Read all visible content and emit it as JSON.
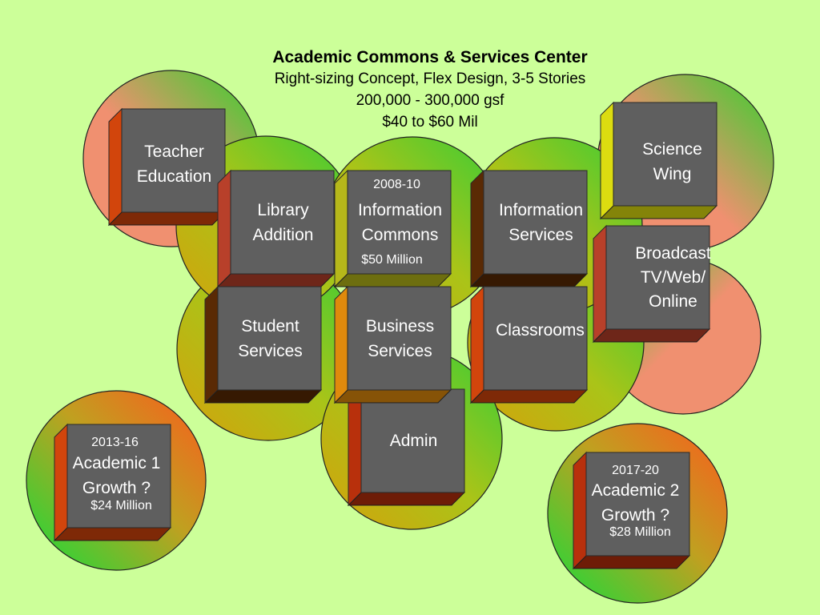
{
  "heading": {
    "line1": "Academic Commons & Services Center",
    "line2": "Right-sizing Concept, Flex Design, 3-5 Stories",
    "line3": "200,000 - 300,000 gsf",
    "line4": "$40 to $60 Mil"
  },
  "colors": {
    "background": "#ccff99",
    "box_face": "#5f5f5f",
    "circle_green": "#44cc33",
    "circle_orange": "#ee6a1e",
    "circle_salmon": "#f09070",
    "circle_gold": "#cca80e"
  },
  "circles": [
    {
      "name": "teacher-education-circle",
      "gradient": "salmon-green"
    },
    {
      "name": "science-wing-circle",
      "gradient": "salmon-green"
    },
    {
      "name": "broadcast-circle",
      "gradient": "green-salmon"
    },
    {
      "name": "library-circle",
      "gradient": "gold-green"
    },
    {
      "name": "information-commons-circle",
      "gradient": "gold-green"
    },
    {
      "name": "information-services-circle",
      "gradient": "gold-green"
    },
    {
      "name": "student-services-circle",
      "gradient": "gold-green"
    },
    {
      "name": "classrooms-circle",
      "gradient": "gold-green"
    },
    {
      "name": "admin-circle",
      "gradient": "gold-green"
    },
    {
      "name": "academic-1-circle",
      "gradient": "green-orange"
    },
    {
      "name": "academic-2-circle",
      "gradient": "green-orange"
    }
  ],
  "boxes": {
    "teacher_education": {
      "line1": "Teacher",
      "line2": "Education",
      "side": "#d2450c"
    },
    "library_addition": {
      "line1": "Library",
      "line2": "Addition",
      "side": "#b8402a"
    },
    "information_commons": {
      "date": "2008-10",
      "line1": "Information",
      "line2": "Commons",
      "cost": "$50 Million",
      "side": "#b6b81a"
    },
    "information_services": {
      "line1": "Information",
      "line2": "Services",
      "side": "#5a2a04"
    },
    "science_wing": {
      "line1": "Science",
      "line2": "Wing",
      "side": "#dcdc10"
    },
    "broadcast": {
      "line1": "Broadcast",
      "line2": "TV/Web/",
      "line3": "Online",
      "side": "#b8402a"
    },
    "student_services": {
      "line1": "Student",
      "line2": "Services",
      "side": "#5a2a04"
    },
    "business_services": {
      "line1": "Business",
      "line2": "Services",
      "side": "#e08a0c"
    },
    "classrooms": {
      "line1": "Classrooms",
      "side": "#d2450c"
    },
    "admin": {
      "line1": "Admin",
      "side": "#b8300c"
    },
    "academic_1": {
      "date": "2013-16",
      "line1": "Academic 1",
      "line2": "Growth ?",
      "cost": "$24 Million",
      "side": "#d2450c"
    },
    "academic_2": {
      "date": "2017-20",
      "line1": "Academic 2",
      "line2": "Growth ?",
      "cost": "$28 Million",
      "side": "#b8300c"
    }
  }
}
